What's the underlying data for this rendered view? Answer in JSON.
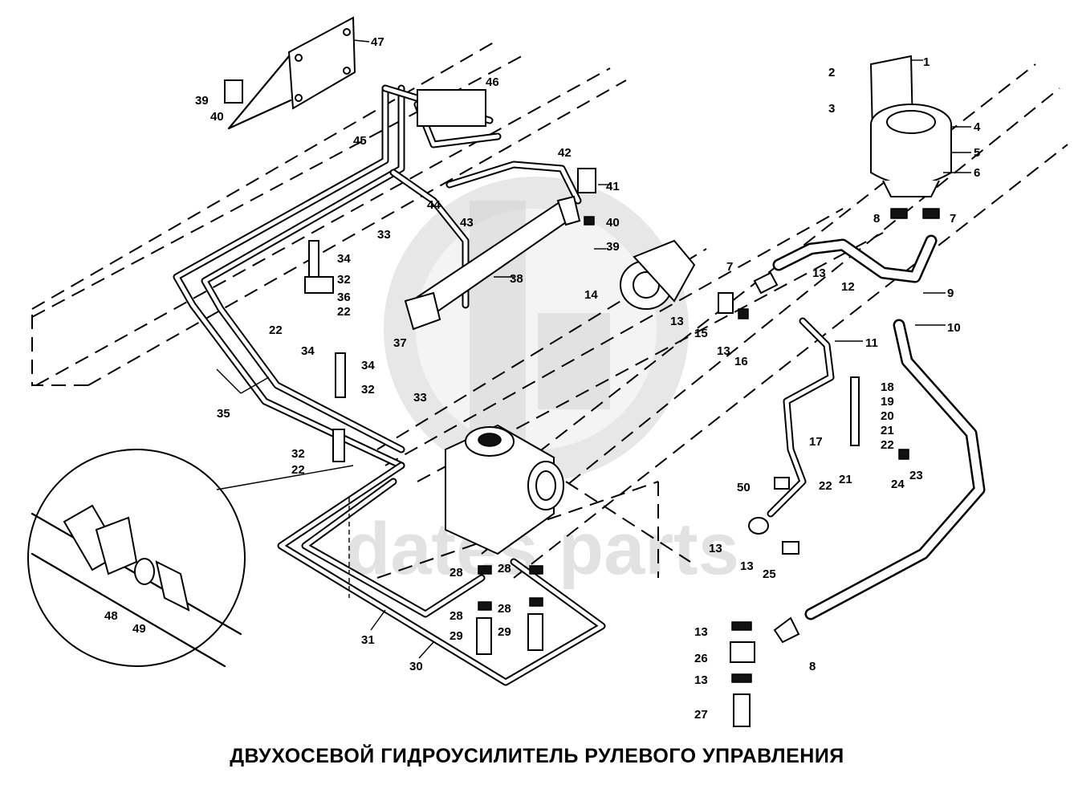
{
  "caption": "ДВУХОСЕВОЙ ГИДРОУСИЛИТЕЛЬ РУЛЕВОГО УПРАВЛЕНИЯ",
  "watermark": {
    "text": "dates parts",
    "color": "#cfcfcf"
  },
  "callouts": {
    "c1": "1",
    "c2": "2",
    "c3": "3",
    "c4": "4",
    "c5": "5",
    "c6": "6",
    "c7a": "7",
    "c7b": "7",
    "c8a": "8",
    "c8b": "8",
    "c9": "9",
    "c10": "10",
    "c11": "11",
    "c12": "12",
    "c13a": "13",
    "c13b": "13",
    "c13c": "13",
    "c13d": "13",
    "c13e": "13",
    "c13f": "13",
    "c13g": "13",
    "c13h": "13",
    "c14": "14",
    "c15": "15",
    "c16": "16",
    "c17": "17",
    "c18": "18",
    "c19": "19",
    "c20": "20",
    "c21a": "21",
    "c21b": "21",
    "c22a": "22",
    "c22b": "22",
    "c22c": "22",
    "c22d": "22",
    "c22e": "22",
    "c23": "23",
    "c24": "24",
    "c25": "25",
    "c26": "26",
    "c27": "27",
    "c28a": "28",
    "c28b": "28",
    "c28c": "28",
    "c28d": "28",
    "c29a": "29",
    "c29b": "29",
    "c30": "30",
    "c31": "31",
    "c32a": "32",
    "c32b": "32",
    "c32c": "32",
    "c33a": "33",
    "c33b": "33",
    "c34a": "34",
    "c34b": "34",
    "c34c": "34",
    "c35": "35",
    "c36": "36",
    "c37": "37",
    "c38": "38",
    "c39a": "39",
    "c39b": "39",
    "c40a": "40",
    "c40b": "40",
    "c41": "41",
    "c42": "42",
    "c43": "43",
    "c44": "44",
    "c45": "45",
    "c46": "46",
    "c47": "47",
    "c48": "48",
    "c49": "49",
    "c50": "50"
  }
}
